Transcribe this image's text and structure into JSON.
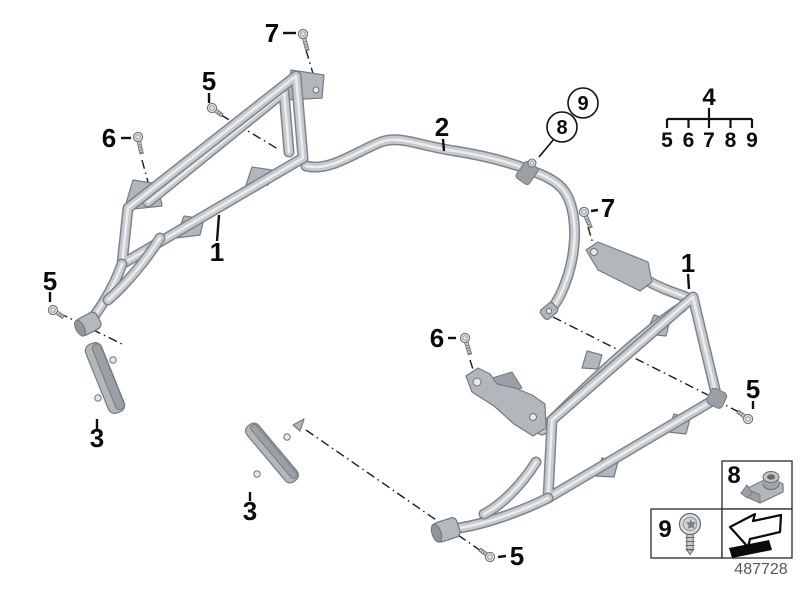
{
  "part_number": "487728",
  "callouts": {
    "frame_left": "1",
    "frame_right": "1",
    "cross_bar": "2",
    "bracket_left": "3",
    "bracket_center": "3",
    "bolt_top": "5",
    "bolt_left": "5",
    "bolt_right": "5",
    "bolt_bottom": "5",
    "screw_front_left": "6",
    "screw_front_right": "6",
    "screw_top_left": "7",
    "screw_top_right": "7",
    "clip_nut": "8",
    "clamp_screw": "9"
  },
  "legend": {
    "group": "4",
    "members": [
      "5",
      "6",
      "7",
      "8",
      "9"
    ]
  },
  "insets": {
    "clip_nut": "8",
    "screw": "9"
  }
}
